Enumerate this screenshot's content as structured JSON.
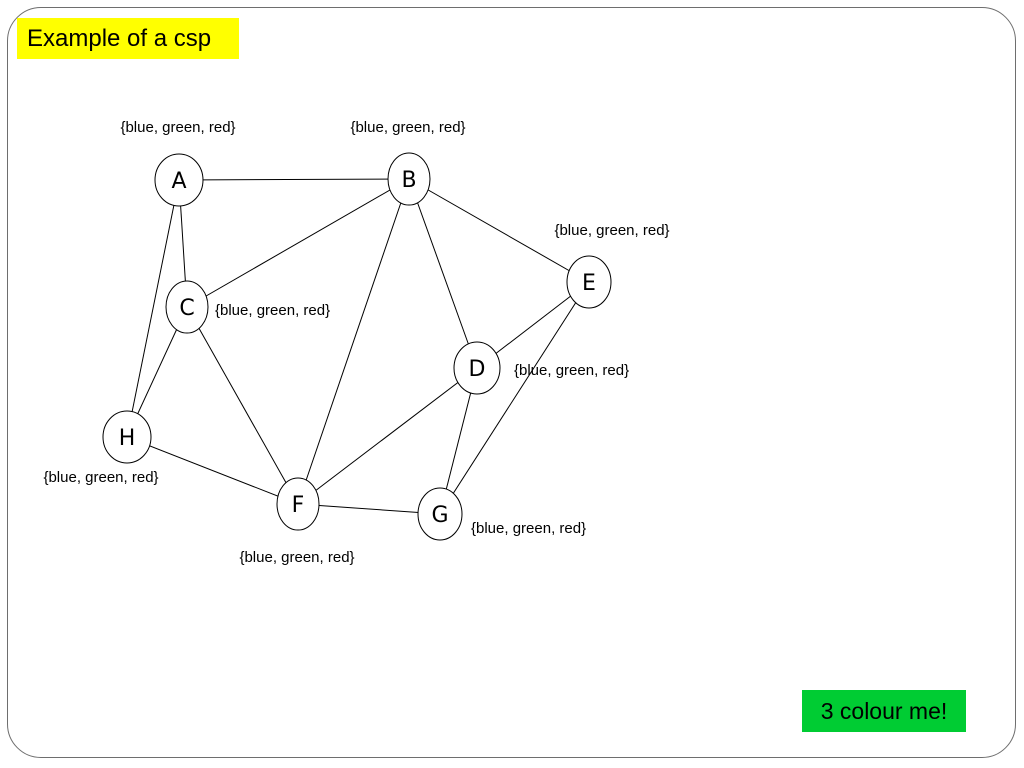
{
  "title": "Example of a csp",
  "callout": "3 colour me!",
  "colors": {
    "title_bg": "#ffff00",
    "callout_bg": "#00cc33",
    "frame": "#6e6e6e"
  },
  "graph": {
    "nodes": [
      {
        "id": "A",
        "label": "A",
        "domain": "{blue, green, red}"
      },
      {
        "id": "B",
        "label": "B",
        "domain": "{blue, green, red}"
      },
      {
        "id": "C",
        "label": "C",
        "domain": "{blue, green, red}"
      },
      {
        "id": "D",
        "label": "D",
        "domain": "{blue, green, red}"
      },
      {
        "id": "E",
        "label": "E",
        "domain": "{blue, green, red}"
      },
      {
        "id": "F",
        "label": "F",
        "domain": "{blue, green, red}"
      },
      {
        "id": "G",
        "label": "G",
        "domain": "{blue, green, red}"
      },
      {
        "id": "H",
        "label": "H",
        "domain": "{blue, green, red}"
      }
    ],
    "edges": [
      [
        "A",
        "B"
      ],
      [
        "A",
        "C"
      ],
      [
        "A",
        "H"
      ],
      [
        "B",
        "C"
      ],
      [
        "B",
        "F"
      ],
      [
        "B",
        "D"
      ],
      [
        "B",
        "E"
      ],
      [
        "C",
        "H"
      ],
      [
        "C",
        "F"
      ],
      [
        "H",
        "F"
      ],
      [
        "F",
        "D"
      ],
      [
        "F",
        "G"
      ],
      [
        "D",
        "E"
      ],
      [
        "D",
        "G"
      ],
      [
        "G",
        "E"
      ]
    ]
  }
}
